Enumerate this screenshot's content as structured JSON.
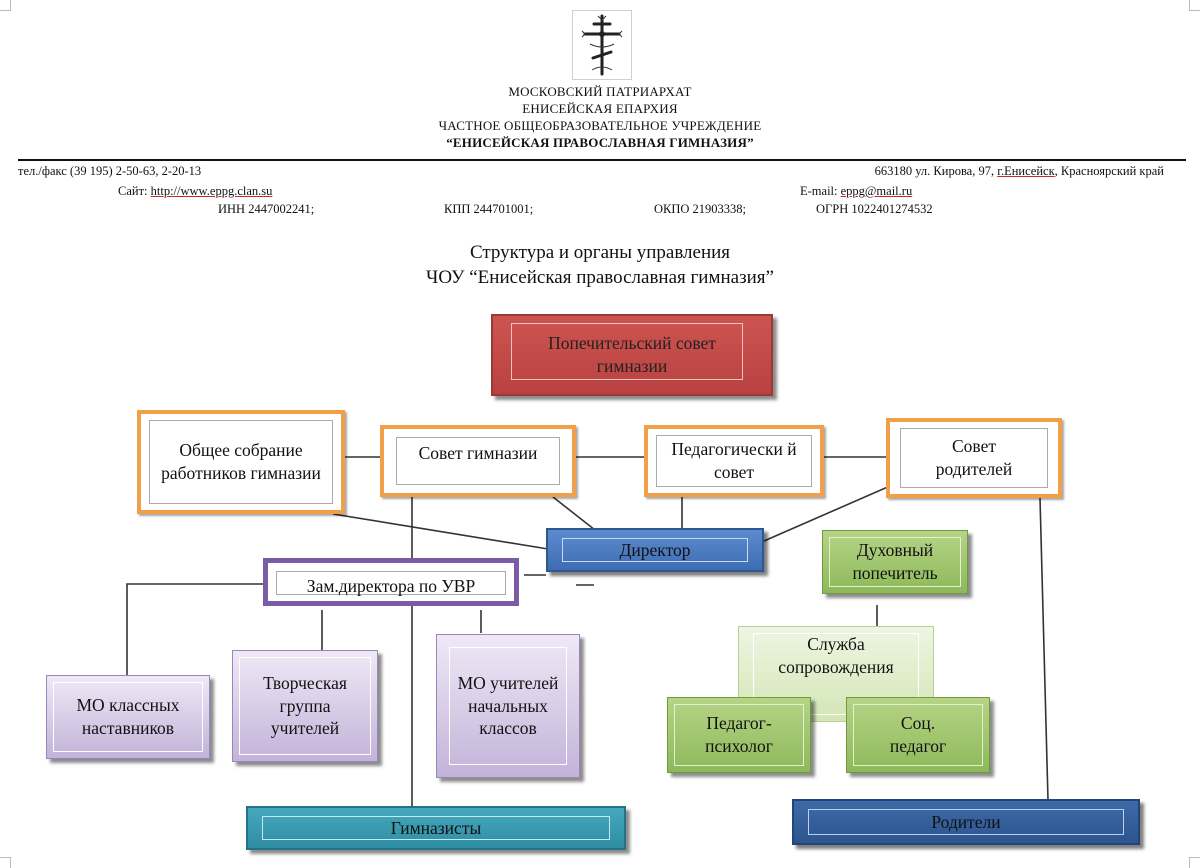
{
  "letterhead": {
    "emblem_icon": "orthodox-cross-icon",
    "lines": [
      "МОСКОВСКИЙ ПАТРИАРХАТ",
      "ЕНИСЕЙСКАЯ ЕПАРХИЯ",
      "ЧАСТНОЕ ОБЩЕОБРАЗОВАТЕЛЬНОЕ УЧРЕЖДЕНИЕ"
    ],
    "school_name": "“ЕНИСЕЙСКАЯ ПРАВОСЛАВНАЯ  ГИМНАЗИЯ”",
    "phone": "тел./факс (39 195) 2-50-63, 2-20-13",
    "address_prefix": "663180 ул. Кирова, 97, ",
    "address_city": "г.Енисейск",
    "address_suffix": ", Красноярский край",
    "site_prefix": "Сайт: ",
    "site_url": "http://www.eppg.clan.su",
    "email_prefix": "E-mail: ",
    "email": "eppg@mail.ru",
    "inn": "ИНН  2447002241;",
    "kpp": "КПП 244701001;",
    "okpo": "ОКПО 21903338;",
    "ogrn": "ОГРН 1022401274532"
  },
  "title": {
    "line1": "Структура и органы управления",
    "line2": "ЧОУ “Енисейская православная гимназия”"
  },
  "org_chart": {
    "board_of_trustees": "Попечительский совет гимназии",
    "general_meeting": "Общее собрание работников гимназии",
    "gymnasium_council": "Совет гимназии",
    "pedagogical_council": "Педагогически й совет",
    "parents_council": "Совет родителей",
    "director": "Директор",
    "deputy_director": "Зам.директора по УВР",
    "spiritual_guardian": "Духовный попечитель",
    "mo_class_mentors": "МО классных наставников",
    "creative_group": "Творческая группа учителей",
    "mo_primary_teachers": "МО учителей начальных классов",
    "support_service": "Служба сопровождения",
    "psychologist": "Педагог-психолог",
    "social_pedagogue": "Соц. педагог",
    "students": "Гимназисты",
    "parents": "Родители"
  },
  "colors": {
    "orange_border": "#f0a04b",
    "red": "#c0504d",
    "blue": "#4f81bd",
    "purple": "#7b5ba6",
    "lavender": "#ccc0da",
    "green": "#9bbb59",
    "teal": "#31859c",
    "navy": "#2d5590"
  }
}
